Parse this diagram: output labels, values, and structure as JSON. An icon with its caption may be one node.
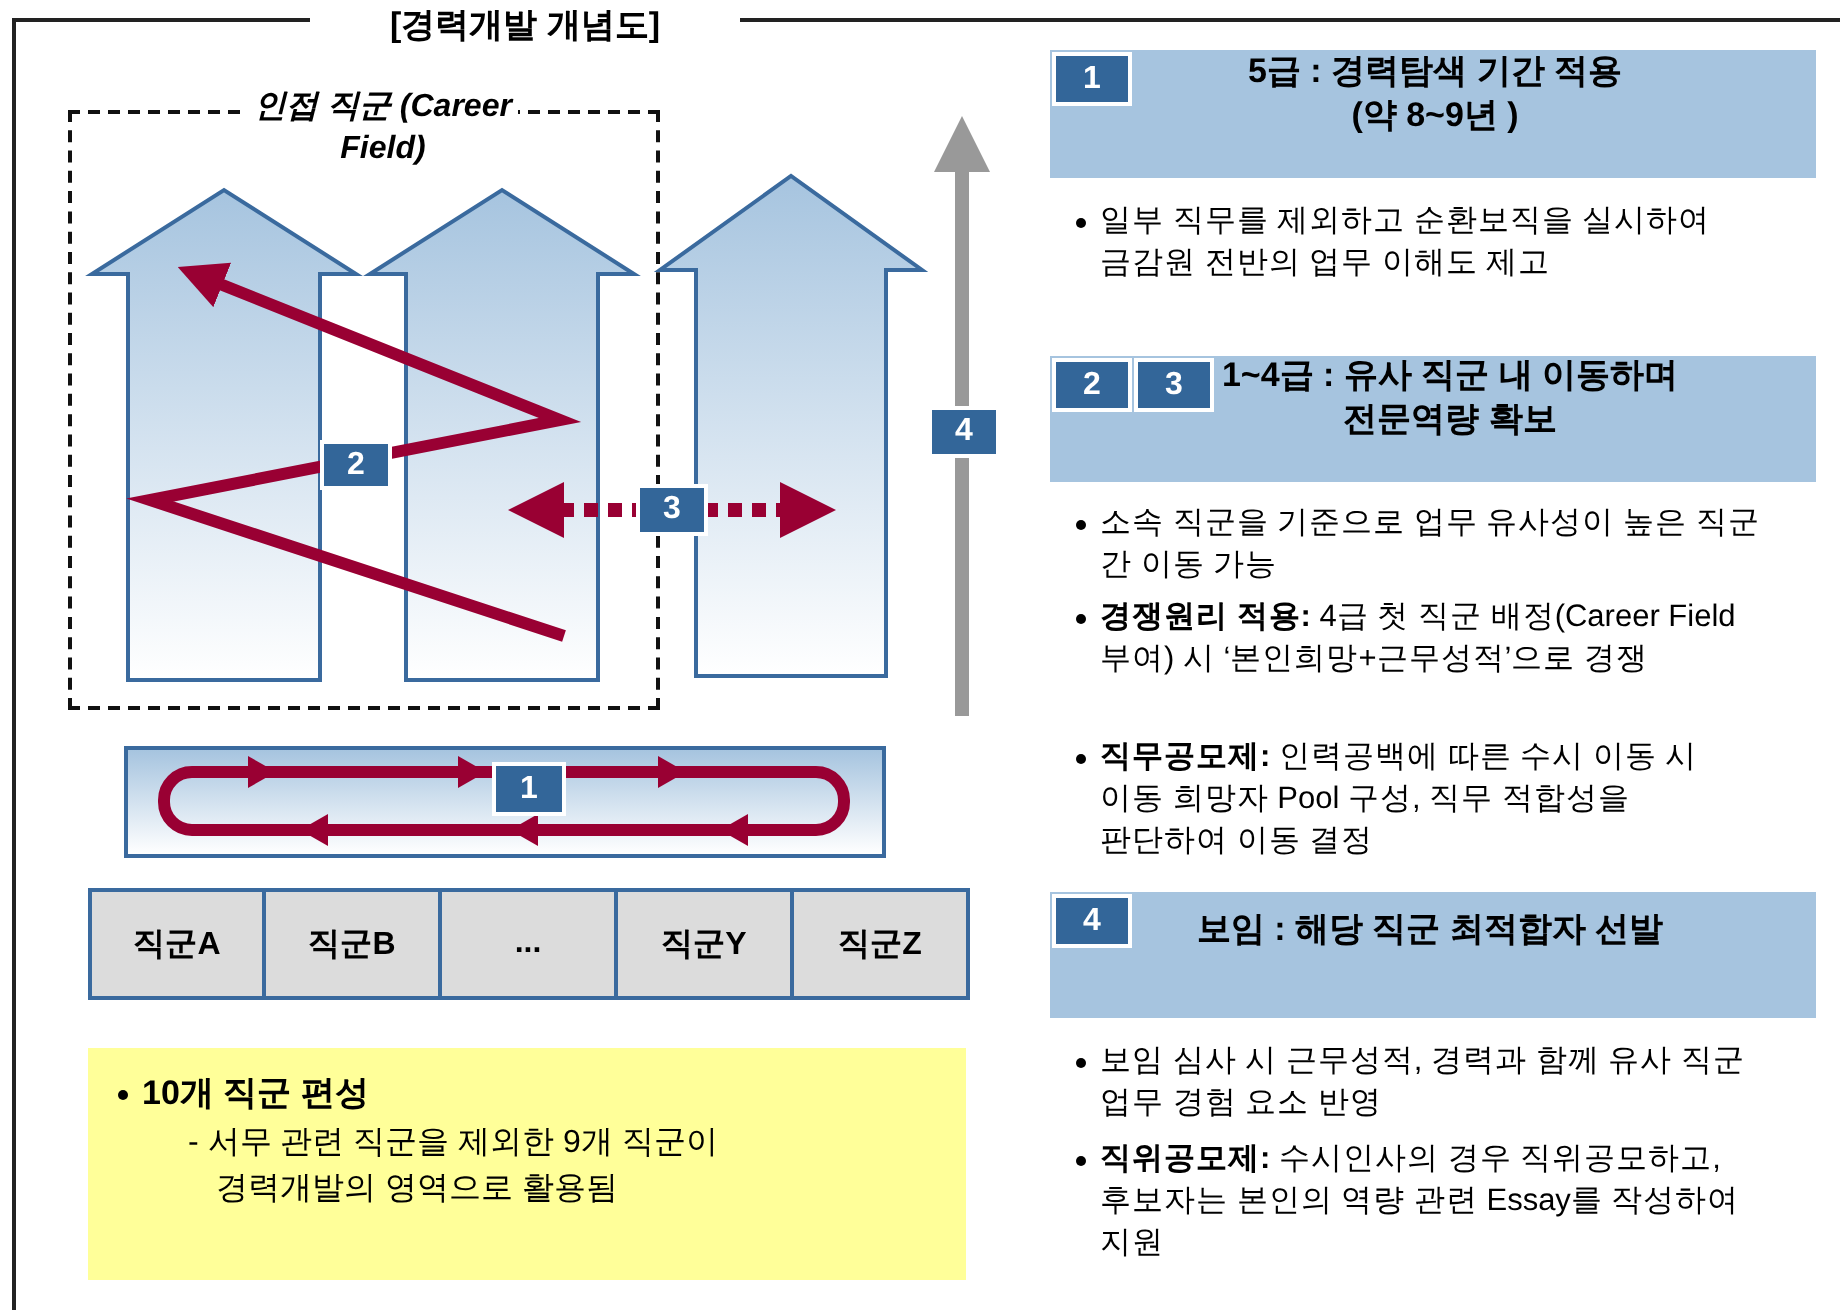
{
  "diagram": {
    "title": "[경력개발 개념도]",
    "nodes": [
      {
        "text": [
          "인접 직군 (Career Field)"
        ]
      },
      {
        "text": [
          "4"
        ]
      },
      {
        "text": [],
        "shape": "box"
      },
      {
        "text": [
          "1"
        ],
        "in": 2
      },
      {
        "text": [
          "직군A"
        ]
      },
      {
        "text": [
          "직군B"
        ]
      },
      {
        "text": [
          "..."
        ]
      },
      {
        "text": [
          "직군Y"
        ]
      },
      {
        "text": [
          "직군Z"
        ]
      },
      {
        "text": [
          "10개 직군 편성",
          "- 서무 관련 직군을 제외한 9개 직군이 경력개발의 영역으로 활용됨"
        ]
      },
      {
        "text": [
          "5급 : 경력탐색 기간 적용 (약 8~9년 )"
        ]
      },
      {
        "text": [
          "1"
        ],
        "in": 10
      },
      {
        "text": [
          "1~4급 : 유사 직군 내 이동하며 전문역량 확보"
        ]
      },
      {
        "text": [
          "2"
        ],
        "in": 12
      },
      {
        "text": [
          "3"
        ],
        "in": 12
      },
      {
        "text": [
          "보임 : 해당 직군 최적합자 선발"
        ]
      },
      {
        "text": [
          "4"
        ],
        "in": 15
      },
      {
        "text": [],
        "shape": "arrow",
        "in": 0
      },
      {
        "text": [],
        "shape": "arrow",
        "in": 0
      },
      {
        "text": [],
        "shape": "arrow"
      }
    ],
    "edges": [
      {
        "from": 18,
        "to": 17,
        "arrow": "to",
        "label": "2"
      },
      {
        "from": 18,
        "to": 19,
        "arrow": "both",
        "style": "dashed",
        "label": "3"
      }
    ],
    "labels": [
      "일부 직무를 제외하고 순환보직을 실시하여 금감원 전반의 업무 이해도 제고",
      "소속 직군을 기준으로 업무 유사성이 높은 직군 간 이동 가능",
      "**경쟁원리 적용:** 4급 첫 직군 배정(Career Field 부여) 시 ‘본인희망+근무성적’으로 경쟁",
      "**직무공모제:** 인력공백에 따른 수시 이동 시 이동 희망자 Pool 구성, 직무 적합성을 판단하여 이동 결정",
      "보임 심사 시 근무성적, 경력과 함께 유사 직군 업무 경험 요소 반영",
      "**직위공모제:** 수시인사의 경우 직위공모하고, 후보자는 본인의 역량 관련 Essay를 작성하여 지원"
    ]
  }
}
